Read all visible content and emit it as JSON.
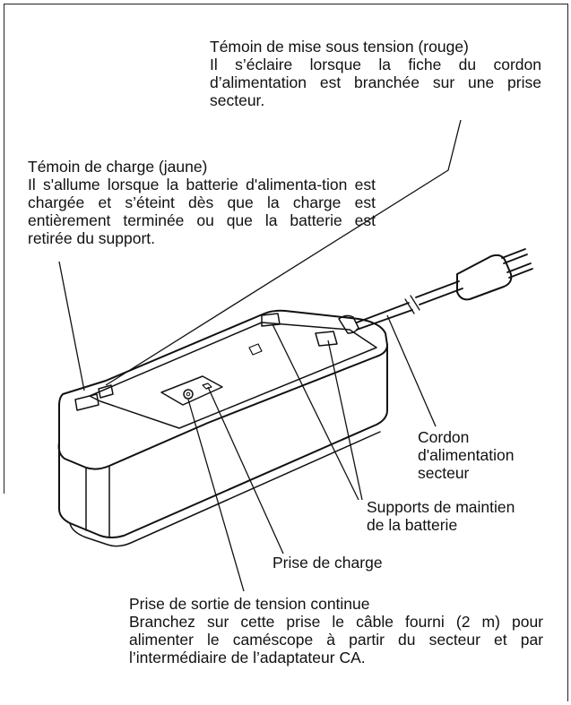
{
  "callouts": {
    "power_lamp": {
      "title": "Témoin de mise sous tension (rouge)",
      "body": "Il s’éclaire lorsque la fiche du cordon d’alimentation est branchée sur une prise secteur."
    },
    "charge_lamp": {
      "title": "Témoin de charge (jaune)",
      "body": "Il s'allume lorsque la batterie d'alimenta-tion est chargée et s’éteint dès que la charge est entièrement terminée ou que la batterie est retirée du support."
    },
    "power_cord": {
      "line1": "Cordon",
      "line2": "d'alimentation",
      "line3": "secteur"
    },
    "battery_supports": {
      "line1": "Supports de maintien",
      "line2": "de la batterie"
    },
    "charge_jack": {
      "label": "Prise de charge"
    },
    "dc_out": {
      "title": "Prise de sortie de tension continue",
      "body": "Branchez sur cette prise le câble fourni (2 m) pour alimenter le caméscope à partir du secteur et par l’intermédiaire de l’adaptateur CA."
    }
  }
}
